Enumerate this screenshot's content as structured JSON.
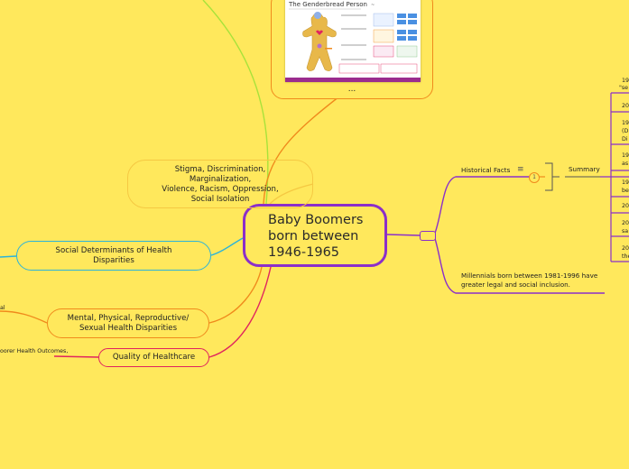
{
  "central_topic": {
    "line1": "Baby Boomers",
    "line2": "born between",
    "line3": "1946-1965"
  },
  "left_topics": {
    "stigma": {
      "line1": "Stigma, Discrimination,",
      "line2": "Marginalization,",
      "line3": "Violence, Racism, Oppression,",
      "line4": "Social Isolation"
    },
    "sdoh": {
      "line1": "Social Determinants of Health",
      "line2": "Disparities"
    },
    "mental": {
      "line1": "Mental, Physical, Reproductive/",
      "line2": "Sexual Health Disparities"
    },
    "quality": {
      "label": "Quality of Healthcare"
    }
  },
  "attached_image": {
    "title": "The Genderbread Person",
    "ellipsis": "..."
  },
  "right_topics": {
    "historical_facts": "Historical Facts",
    "menu_icon": "≡",
    "badge": "1",
    "summary": "Summary",
    "millennials": "Millennials born between 1981-1996 have greater legal and social inclusion."
  },
  "cropped_fragments": {
    "left_mental_partial": "al",
    "left_quality_partial": "oorer Health Outcomes,",
    "right": [
      "19",
      "\"se",
      "20",
      "19",
      "(D",
      "Di",
      "19",
      "as",
      "19",
      "be",
      "20",
      "20",
      "sa",
      "20",
      "the"
    ]
  },
  "colors": {
    "background": "#FFE85C",
    "central_border": "#8B2FC9",
    "stigma_border": "#F5C842",
    "sdoh_border": "#2BB3D9",
    "mental_border": "#F08A1C",
    "quality_border": "#E0245E",
    "green_branch": "#A8E23A"
  }
}
